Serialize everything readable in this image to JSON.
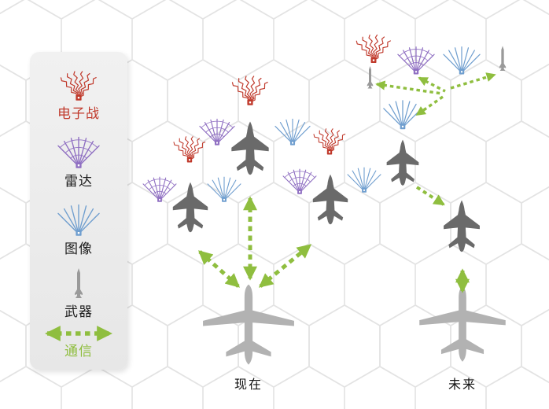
{
  "legend": {
    "items": [
      {
        "id": "electronic-warfare",
        "label": "电子战",
        "icon": "ew-jamming-fan-icon"
      },
      {
        "id": "radar",
        "label": "雷达",
        "icon": "radar-fan-icon"
      },
      {
        "id": "image",
        "label": "图像",
        "icon": "imaging-fan-icon"
      },
      {
        "id": "weapon",
        "label": "武器",
        "icon": "weapon-missile-icon"
      },
      {
        "id": "communication",
        "label": "通信",
        "icon": "comm-link-arrow-icon"
      }
    ]
  },
  "sections": {
    "present": {
      "label": "现在",
      "fighters": 3,
      "transports": 1
    },
    "future": {
      "label": "未来",
      "fighters": 2,
      "transports": 1,
      "remote_sensors": [
        "ew",
        "radar",
        "image",
        "weapon"
      ]
    }
  },
  "colors": {
    "ew": "#c0392b",
    "radar": "#8f6fc2",
    "image": "#6f9ecf",
    "comm": "#8fbe3f",
    "fighter": "#6a6a6a",
    "transport": "#b2b2b2",
    "weapon": "#9a9a9a"
  }
}
